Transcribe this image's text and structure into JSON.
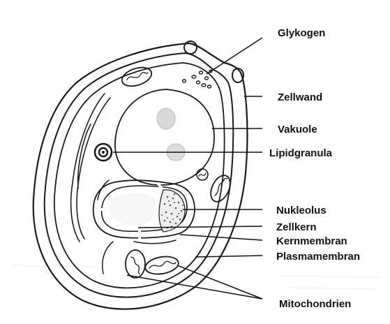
{
  "diagram": {
    "labels": {
      "glycogen": "Glykogen",
      "cell_wall": "Zellwand",
      "vacuole": "Vakuole",
      "lipid_granule": "Lipidgranula",
      "nucleolus": "Nukleolus",
      "nucleus": "Zellkern",
      "nuclear_membrane": "Kernmembran",
      "plasma_membrane": "Plasmamembran",
      "mitochondria": "Mitochondrien"
    },
    "colors": {
      "ink": "#1a1a1a",
      "background": "#ffffff",
      "stipple": "#777777"
    }
  }
}
